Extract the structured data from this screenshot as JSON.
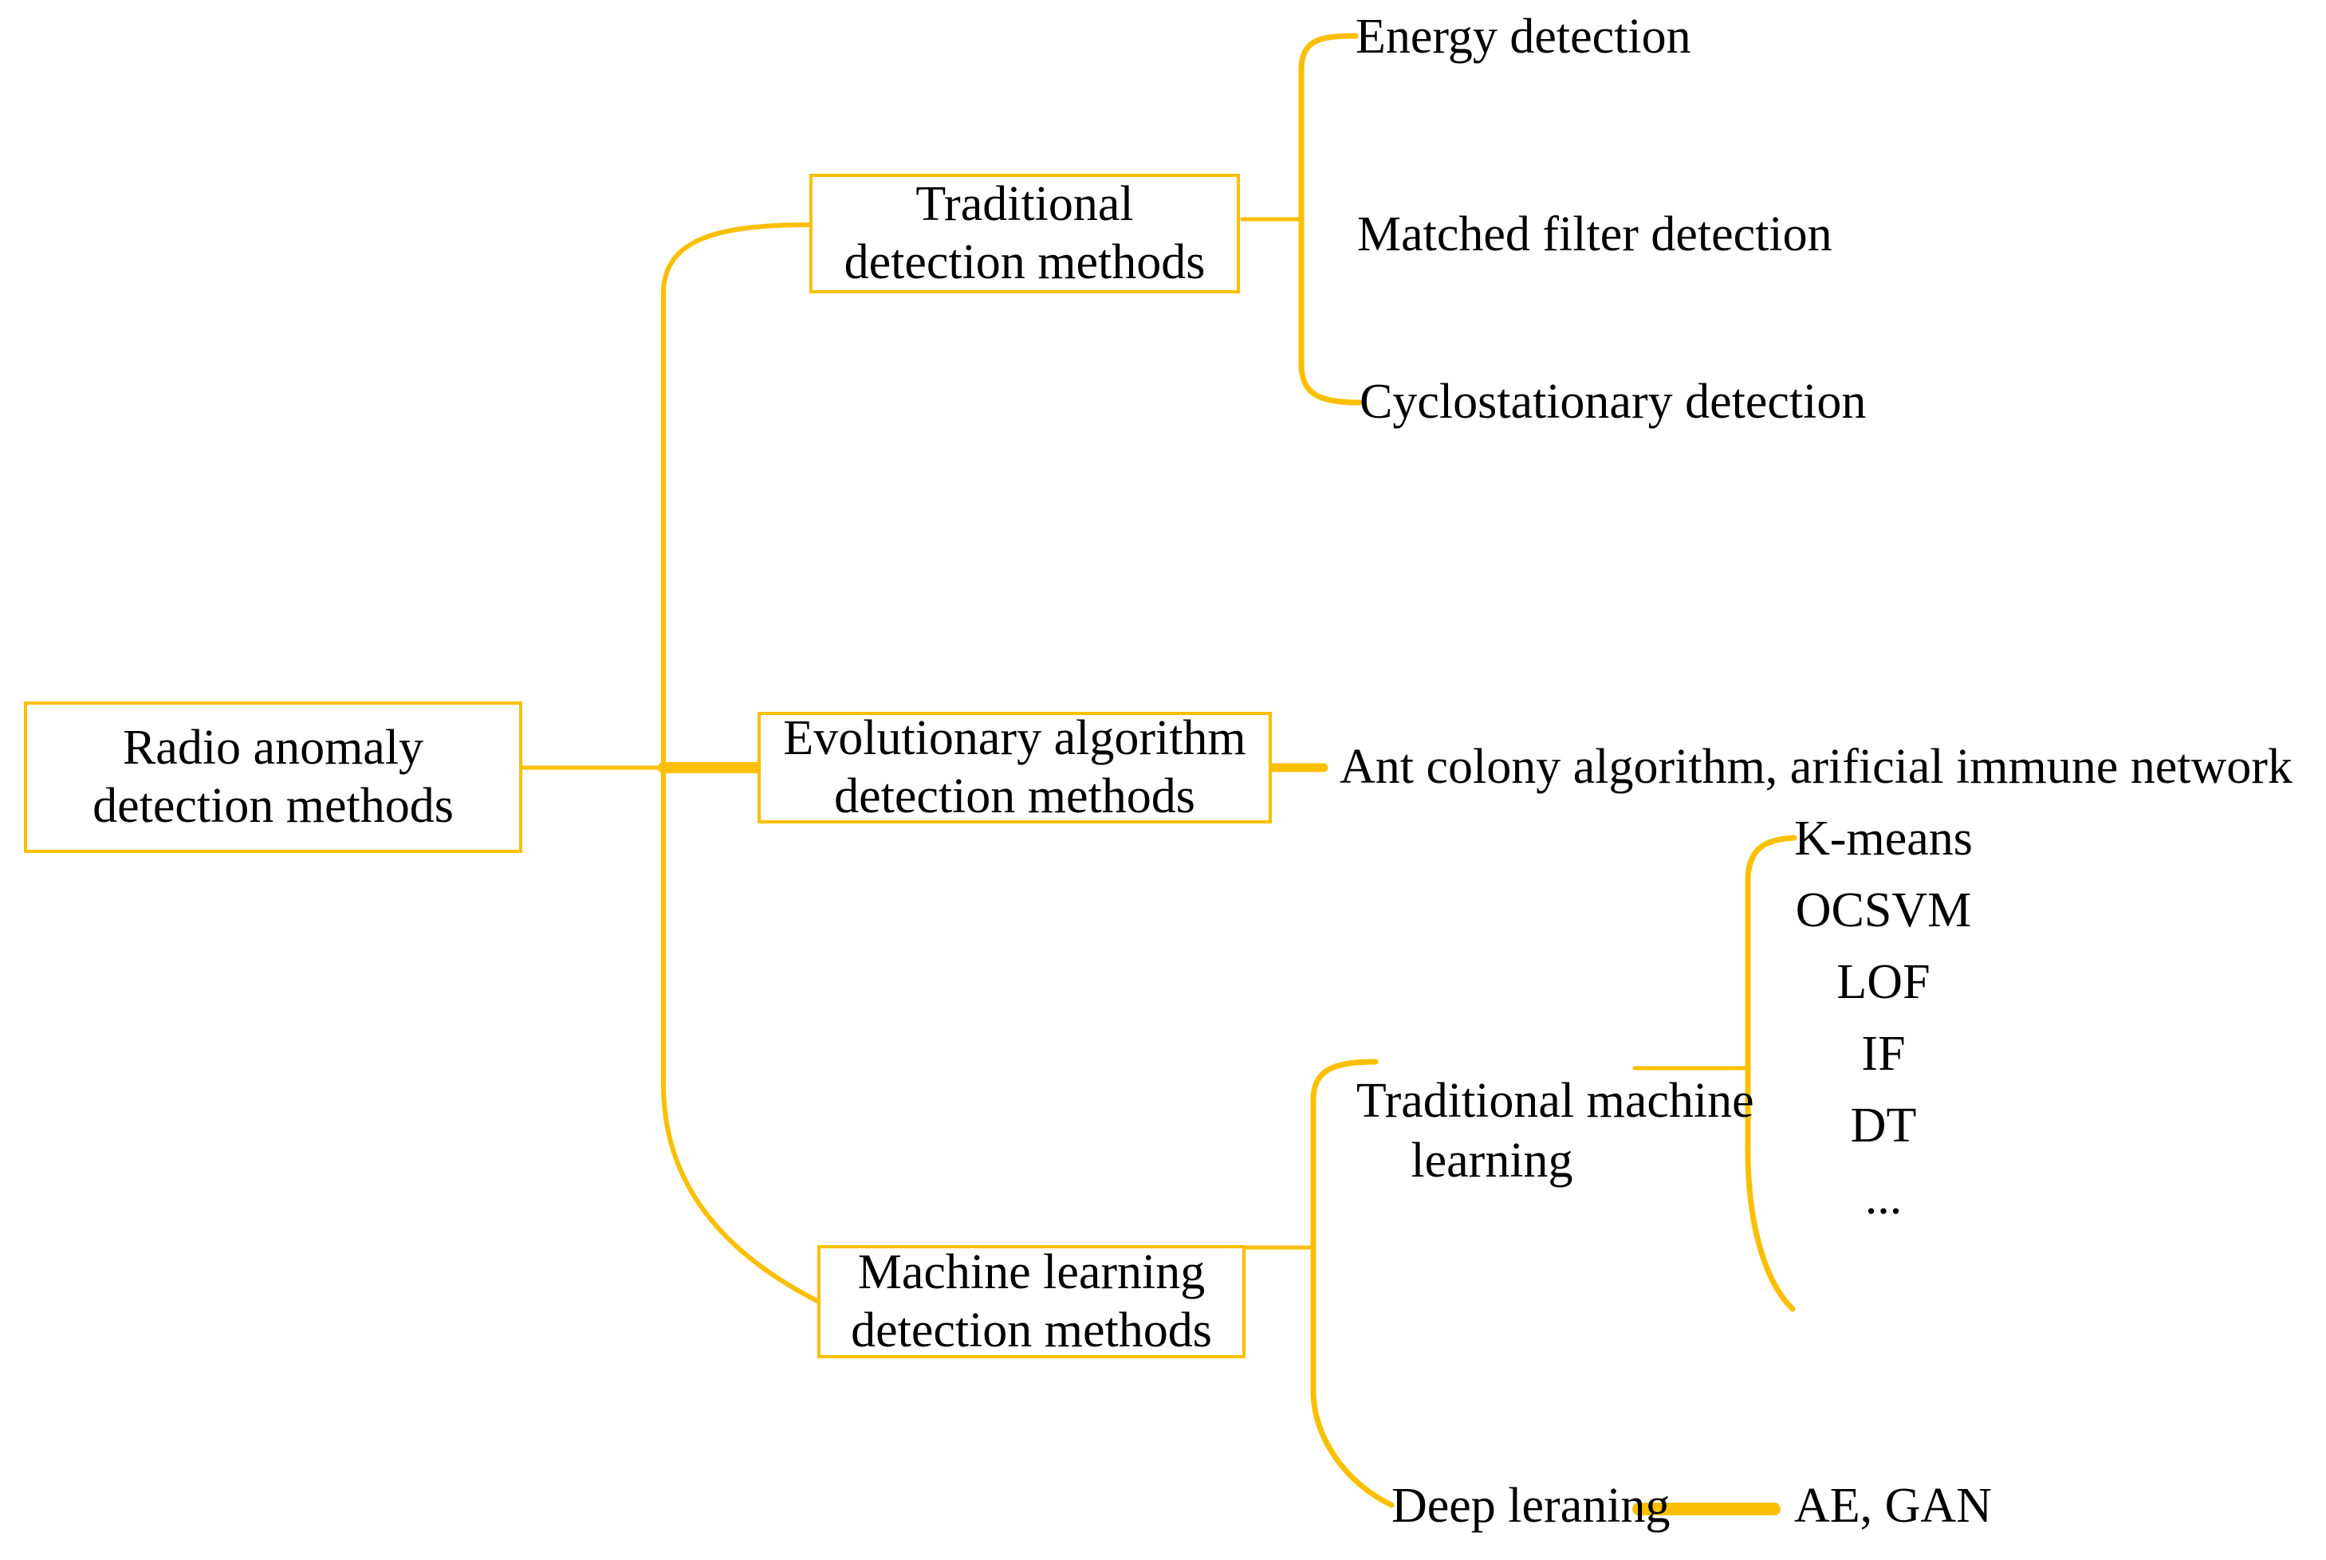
{
  "diagram": {
    "title_text": "Radio anomaly detection methods taxonomy",
    "accent_color": "#FBBF00",
    "text_color": "#000000",
    "background": "#FFFFFF"
  },
  "root": {
    "line1": "Radio anomaly",
    "line2": "detection methods"
  },
  "branches": {
    "traditional": {
      "line1": "Traditional",
      "line2": "detection methods",
      "children": [
        {
          "label": "Energy detection"
        },
        {
          "label": "Matched filter detection"
        },
        {
          "label": "Cyclostationary detection"
        }
      ]
    },
    "evolutionary": {
      "line1": "Evolutionary algorithm",
      "line2": "detection methods",
      "children": [
        {
          "label": "Ant colony algorithm, arificial immune network"
        }
      ]
    },
    "machine_learning": {
      "line1": "Machine learning",
      "line2": "detection methods",
      "children": [
        {
          "line1": "Traditional machine",
          "line2": "learning",
          "children": [
            {
              "label": "K-means"
            },
            {
              "label": "OCSVM"
            },
            {
              "label": "LOF"
            },
            {
              "label": "IF"
            },
            {
              "label": "DT"
            },
            {
              "label": "..."
            }
          ]
        },
        {
          "label": "Deep leraning",
          "children": [
            {
              "label": "AE, GAN"
            }
          ]
        }
      ]
    }
  }
}
